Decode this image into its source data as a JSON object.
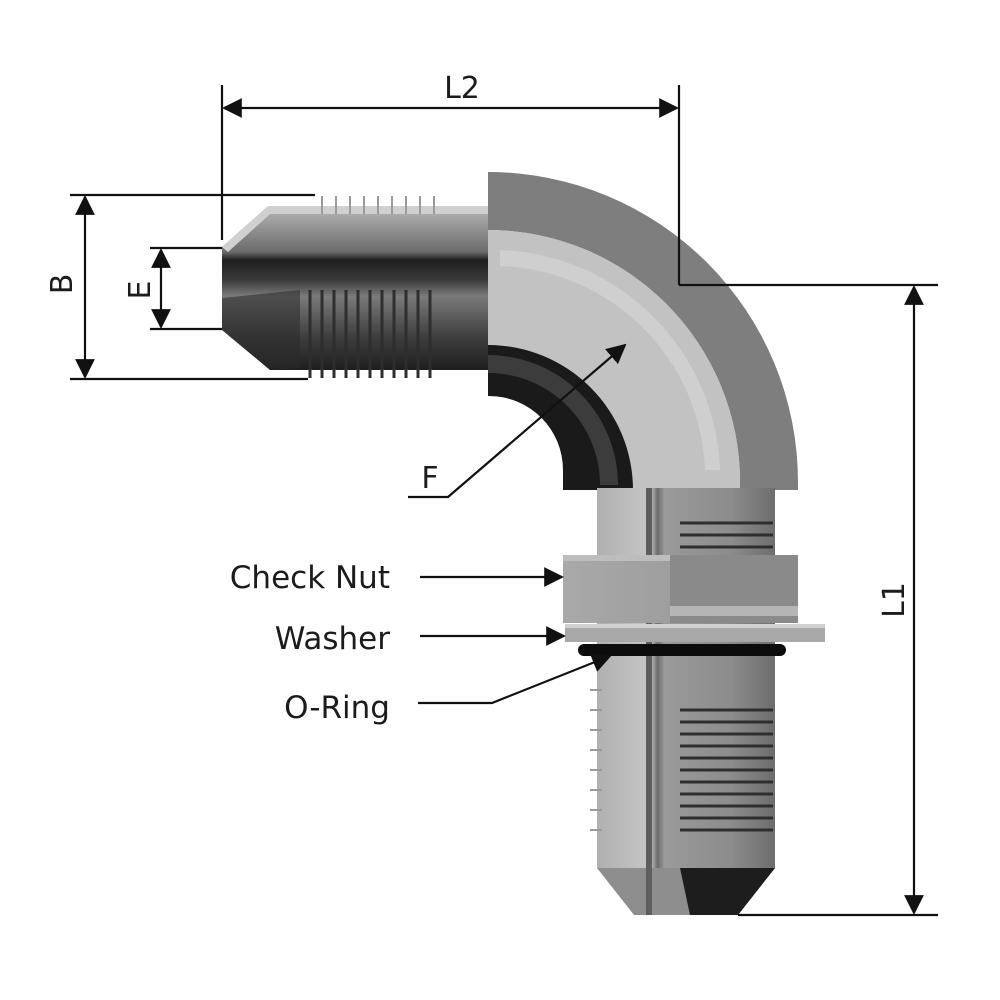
{
  "dimensions": {
    "l2": "L2",
    "l1": "L1",
    "b": "B",
    "e": "E",
    "f": "F"
  },
  "callouts": {
    "check_nut": "Check Nut",
    "washer": "Washer",
    "o_ring": "O-Ring"
  },
  "colors": {
    "light_steel": "#c4c4c4",
    "mid_steel": "#9c9c9c",
    "dark_steel": "#4a4a4a",
    "shadow": "#1a1a1a",
    "line": "#111111"
  }
}
